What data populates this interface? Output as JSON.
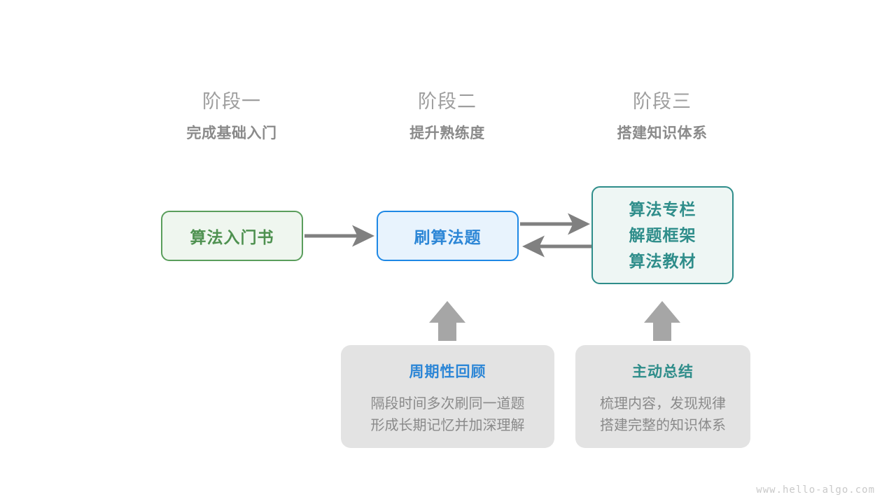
{
  "page": {
    "background": "#ffffff",
    "watermark": "www.hello-algo.com"
  },
  "colors": {
    "green": "#4e9150",
    "green_border": "#5a9e5c",
    "green_fill": "#eff6ef",
    "blue": "#2c86d6",
    "blue_border": "#1e88e5",
    "blue_fill": "#e8f3fd",
    "teal": "#2e8d8a",
    "teal_fill": "#eef6f4",
    "gray_card": "#e3e3e3",
    "gray_text": "#8a8a8a",
    "gray_title": "#9e9e9e",
    "arrow": "#808080"
  },
  "stages": [
    {
      "title": "阶段一",
      "subtitle": "完成基础入门"
    },
    {
      "title": "阶段二",
      "subtitle": "提升熟练度"
    },
    {
      "title": "阶段三",
      "subtitle": "搭建知识体系"
    }
  ],
  "nodes": {
    "book": {
      "label": "算法入门书"
    },
    "practice": {
      "label": "刷算法题"
    },
    "knowledge": {
      "lines": [
        "算法专栏",
        "解题框架",
        "算法教材"
      ]
    }
  },
  "notes": [
    {
      "title": "周期性回顾",
      "lines": [
        "隔段时间多次刷同一道题",
        "形成长期记忆并加深理解"
      ]
    },
    {
      "title": "主动总结",
      "lines": [
        "梳理内容，发现规律",
        "搭建完整的知识体系"
      ]
    }
  ],
  "connectors": [
    {
      "name": "book-to-practice",
      "direction": "right"
    },
    {
      "name": "practice-to-knowledge",
      "direction": "right"
    },
    {
      "name": "knowledge-to-practice",
      "direction": "left"
    },
    {
      "name": "review-to-practice",
      "direction": "up"
    },
    {
      "name": "summary-to-knowledge",
      "direction": "up"
    }
  ]
}
